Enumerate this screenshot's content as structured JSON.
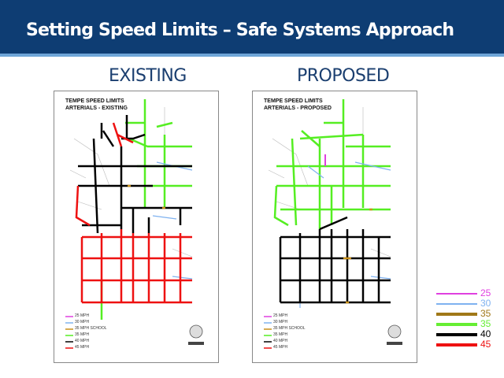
{
  "slide": {
    "title": "Setting Speed Limits – Safe Systems Approach",
    "colors": {
      "header": "#0e3d73",
      "accent": "#6ea5d8"
    }
  },
  "existing": {
    "label": "EXISTING",
    "map_title_line1": "TEMPE SPEED LIMITS",
    "map_title_line2": "ARTERIALS - EXISTING",
    "legend": [
      "25 MPH",
      "30 MPH",
      "35 MPH SCHOOL",
      "35 MPH",
      "40 MPH",
      "45 MPH"
    ]
  },
  "proposed": {
    "label": "PROPOSED",
    "map_title_line1": "TEMPE SPEED LIMITS",
    "map_title_line2": "ARTERIALS - PROPOSED",
    "legend": [
      "25 MPH",
      "30 MPH",
      "35 MPH SCHOOL",
      "35 MPH",
      "40 MPH",
      "45 MPH"
    ]
  },
  "legend": [
    {
      "text": "25",
      "color": "#e040e0"
    },
    {
      "text": "30",
      "color": "#7fb2f0"
    },
    {
      "text": "35",
      "color": "#a07818"
    },
    {
      "text": "35",
      "color": "#66ee33"
    },
    {
      "text": "40",
      "color": "#000000"
    },
    {
      "text": "45",
      "color": "#ee1111"
    }
  ]
}
